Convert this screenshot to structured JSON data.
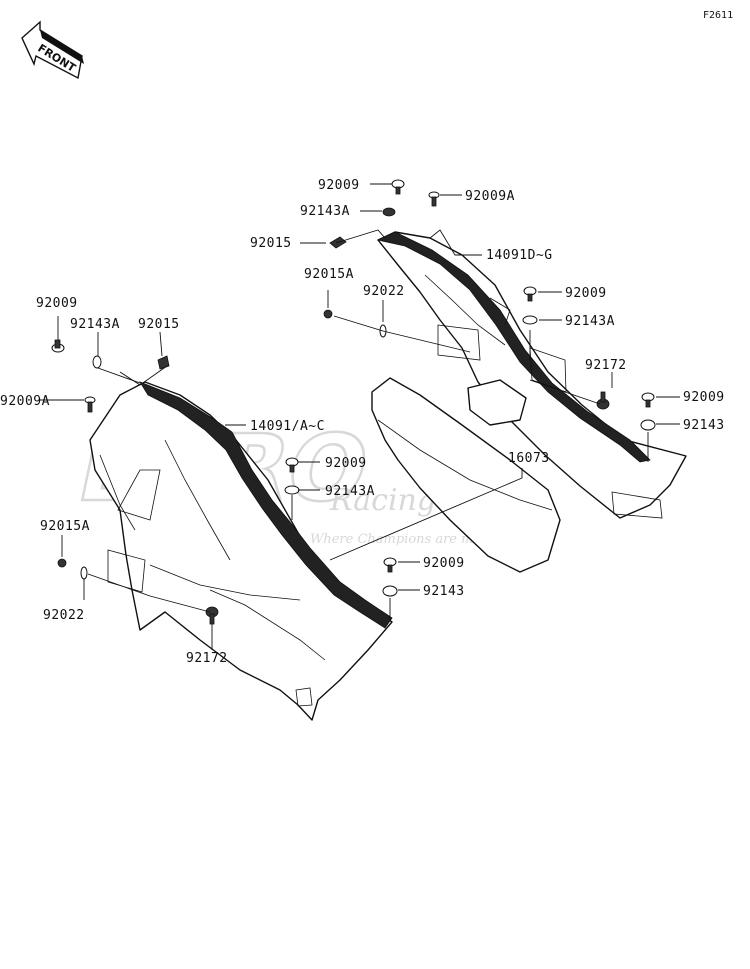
{
  "figure_code": "F2611",
  "direction_badge": "FRONT",
  "watermark": {
    "brand": "BPRO",
    "sub": "Racing",
    "tagline": "Where Champions are made"
  },
  "labels": {
    "upper_92009": "92009",
    "upper_92009a": "92009A",
    "upper_92143a": "92143A",
    "upper_92015": "92015",
    "upper_14091d": "14091D~G",
    "upper_92015a": "92015A",
    "upper_92022": "92022",
    "right_92009": "92009",
    "right_92143a": "92143A",
    "right_92172": "92172",
    "far_92009": "92009",
    "far_92143": "92143",
    "left_92009": "92009",
    "left_92143a": "92143A",
    "left_92015": "92015",
    "left_92009a": "92009A",
    "left_14091a": "14091/A~C",
    "mid_92009": "92009",
    "mid_92143a": "92143A",
    "part_16073": "16073",
    "left_92015a": "92015A",
    "left_92022": "92022",
    "low_92009": "92009",
    "low_92143": "92143",
    "left_92172": "92172"
  }
}
